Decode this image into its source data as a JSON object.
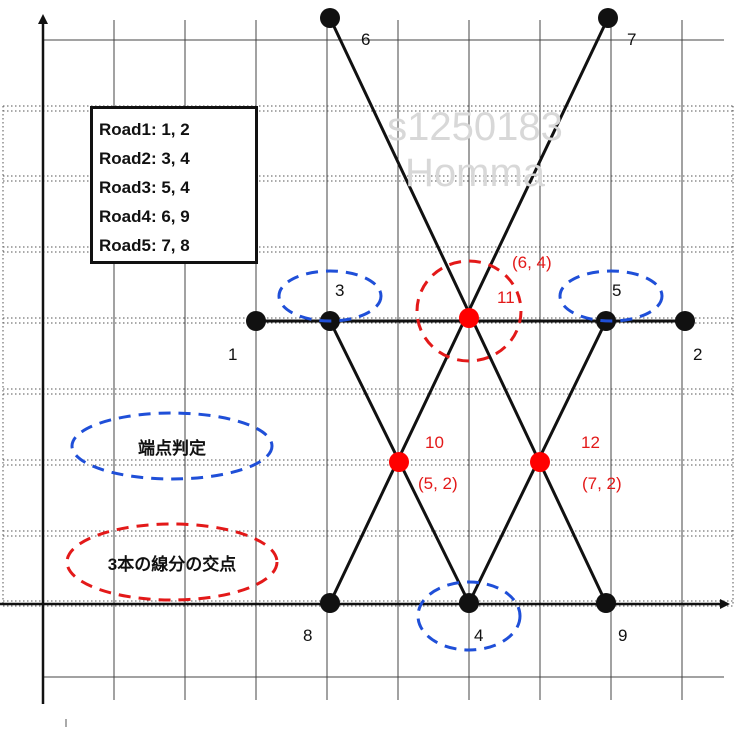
{
  "legend": {
    "lines": [
      "Road1: 1, 2",
      "Road2: 3, 4",
      "Road3: 5, 4",
      "Road4: 6, 9",
      "Road5: 7, 8"
    ]
  },
  "watermark": {
    "line1": "s1250183",
    "line2": "Homma"
  },
  "annotations": {
    "endpoint_judgment": "端点判定",
    "triple_intersection": "3本の線分の交点"
  },
  "colors": {
    "black_node": "#111111",
    "red_node": "#ff0000",
    "blue_ellipse": "#1f4fd8",
    "red_ellipse": "#e31919",
    "grid": "#333333"
  },
  "nodes": [
    {
      "id": "1",
      "label": "1",
      "color": "black"
    },
    {
      "id": "2",
      "label": "2",
      "color": "black"
    },
    {
      "id": "3",
      "label": "3",
      "color": "black"
    },
    {
      "id": "4",
      "label": "4",
      "color": "black"
    },
    {
      "id": "5",
      "label": "5",
      "color": "black"
    },
    {
      "id": "6",
      "label": "6",
      "color": "black"
    },
    {
      "id": "7",
      "label": "7",
      "color": "black"
    },
    {
      "id": "8",
      "label": "8",
      "color": "black"
    },
    {
      "id": "9",
      "label": "9",
      "color": "black"
    },
    {
      "id": "10",
      "label": "10",
      "color": "red",
      "coord": "(5, 2)"
    },
    {
      "id": "11",
      "label": "11",
      "color": "red",
      "coord": "(6, 4)"
    },
    {
      "id": "12",
      "label": "12",
      "color": "red",
      "coord": "(7, 2)"
    }
  ],
  "roads": [
    {
      "name": "Road1",
      "from": "1",
      "to": "2"
    },
    {
      "name": "Road2",
      "from": "3",
      "to": "4"
    },
    {
      "name": "Road3",
      "from": "5",
      "to": "4"
    },
    {
      "name": "Road4",
      "from": "6",
      "to": "9"
    },
    {
      "name": "Road5",
      "from": "7",
      "to": "8"
    }
  ],
  "blue_circled_nodes": [
    "3",
    "5",
    "4"
  ],
  "red_circled_nodes": [
    "11"
  ]
}
